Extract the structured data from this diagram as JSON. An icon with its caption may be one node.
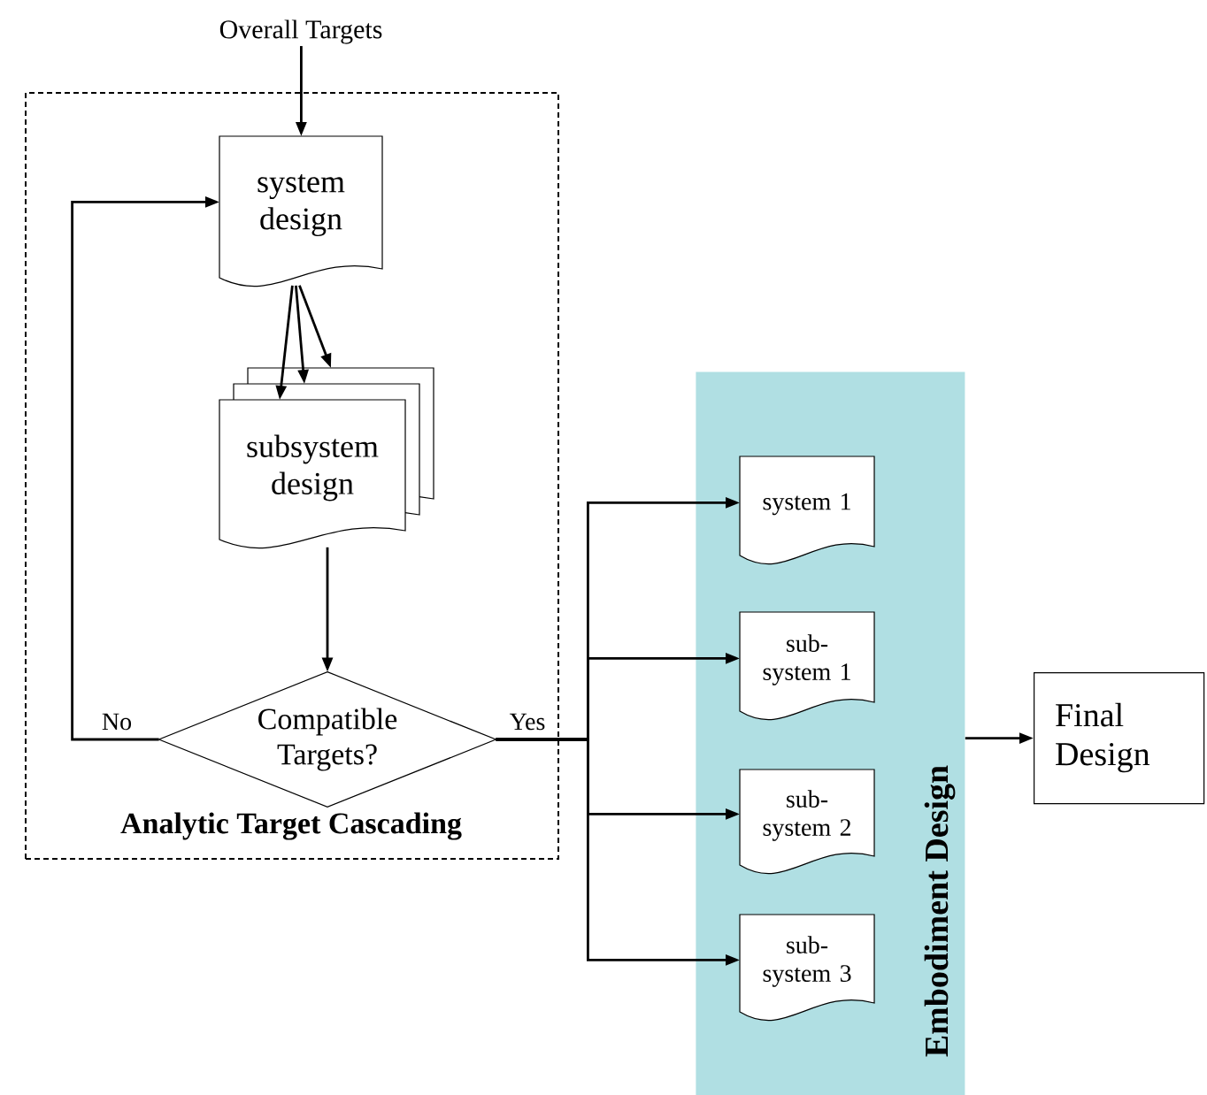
{
  "diagram": {
    "nodes": [
      {
        "text": [
          "Analytic Target Cascading"
        ]
      },
      {
        "text": [
          "Overall Targets"
        ]
      },
      {
        "text": [
          "system design"
        ],
        "in": 0
      },
      {
        "text": [
          "subsystem design"
        ],
        "in": 0
      },
      {
        "text": [
          "Compatible Targets?"
        ],
        "in": 0
      },
      {
        "text": [
          "Embodiment Design"
        ]
      },
      {
        "text": [
          "system 1"
        ],
        "in": 5
      },
      {
        "text": [
          "sub- system 1"
        ],
        "in": 5
      },
      {
        "text": [
          "sub- system 2"
        ],
        "in": 5
      },
      {
        "text": [
          "sub- system 3"
        ],
        "in": 5
      },
      {
        "text": [
          "Final Design"
        ]
      }
    ],
    "edges": [
      {
        "from": 1,
        "to": 2,
        "arrow": "to"
      },
      {
        "from": 2,
        "to": 3,
        "arrow": "to"
      },
      {
        "from": 2,
        "to": 3,
        "arrow": "to"
      },
      {
        "from": 2,
        "to": 3,
        "arrow": "to"
      },
      {
        "from": 3,
        "to": 4,
        "arrow": "to"
      },
      {
        "from": 4,
        "to": 2,
        "arrow": "to",
        "label": "No"
      },
      {
        "from": 4,
        "to": 6,
        "arrow": "to",
        "label": "Yes"
      },
      {
        "from": 4,
        "to": 7,
        "arrow": "to"
      },
      {
        "from": 4,
        "to": 8,
        "arrow": "to"
      },
      {
        "from": 4,
        "to": 9,
        "arrow": "to"
      },
      {
        "from": 5,
        "to": 10,
        "arrow": "to"
      }
    ]
  }
}
